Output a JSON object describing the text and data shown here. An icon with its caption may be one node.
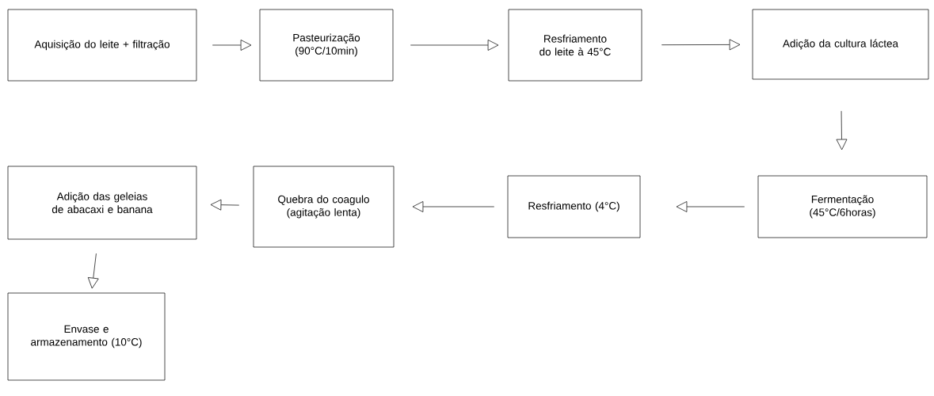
{
  "diagram": {
    "nodes": [
      {
        "text": [
          "Aquisição do leite + filtração"
        ]
      },
      {
        "text": [
          "Pasteurização (90°C/10min)"
        ]
      },
      {
        "text": [
          "Resfriamento do leite à 45°C"
        ]
      },
      {
        "text": [
          "Adição da cultura láctea"
        ]
      },
      {
        "text": [
          "Fermentação (45°C/6horas)"
        ]
      },
      {
        "text": [
          "Resfriamento (4°C)"
        ]
      },
      {
        "text": [
          "Quebra do coagulo (agitação lenta)"
        ]
      },
      {
        "text": [
          "Adição das geleias de abacaxi e banana"
        ]
      },
      {
        "text": [
          "Envase e armazenamento (10°C)"
        ]
      }
    ],
    "edges": [
      {
        "from": 0,
        "to": 1,
        "arrow": "to"
      },
      {
        "from": 1,
        "to": 2,
        "arrow": "to"
      },
      {
        "from": 2,
        "to": 3,
        "arrow": "to"
      },
      {
        "from": 3,
        "to": 4,
        "arrow": "to"
      },
      {
        "from": 4,
        "to": 5,
        "arrow": "to"
      },
      {
        "from": 5,
        "to": 6,
        "arrow": "to"
      },
      {
        "from": 6,
        "to": 7,
        "arrow": "to"
      },
      {
        "from": 7,
        "to": 8,
        "arrow": "to"
      }
    ]
  }
}
